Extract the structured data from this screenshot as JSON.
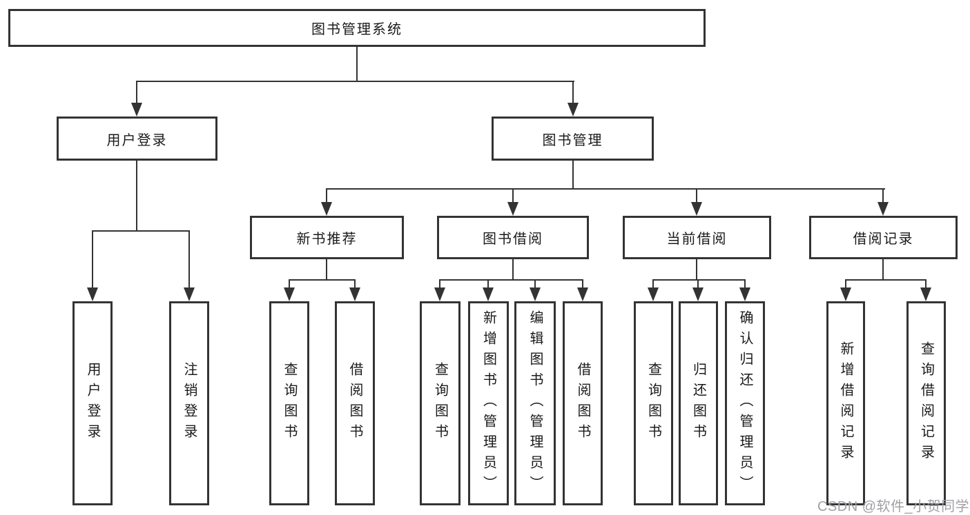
{
  "diagram_type": "function-structure-tree",
  "nodes": {
    "root": "图书管理系统",
    "level2": {
      "user_login": "用户登录",
      "book_mgmt": "图书管理"
    },
    "level3": {
      "new_books": "新书推荐",
      "borrowing": "图书借阅",
      "current": "当前借阅",
      "records": "借阅记录"
    },
    "leaves": {
      "user_login": [
        "用户登录",
        "注销登录"
      ],
      "new_books": [
        "查询图书",
        "借阅图书"
      ],
      "borrowing": [
        "查询图书",
        "新增图书（管理员）",
        "编辑图书（管理员）",
        "借阅图书"
      ],
      "current": [
        "查询图书",
        "归还图书",
        "确认归还（管理员）"
      ],
      "records": [
        "新增借阅记录",
        "查询借阅记录"
      ]
    }
  },
  "watermark": "CSDN @软件_小贺同学",
  "colors": {
    "line": "#333333",
    "text": "#1a1a1a",
    "watermark": "#a0a0a5",
    "background": "#ffffff"
  }
}
